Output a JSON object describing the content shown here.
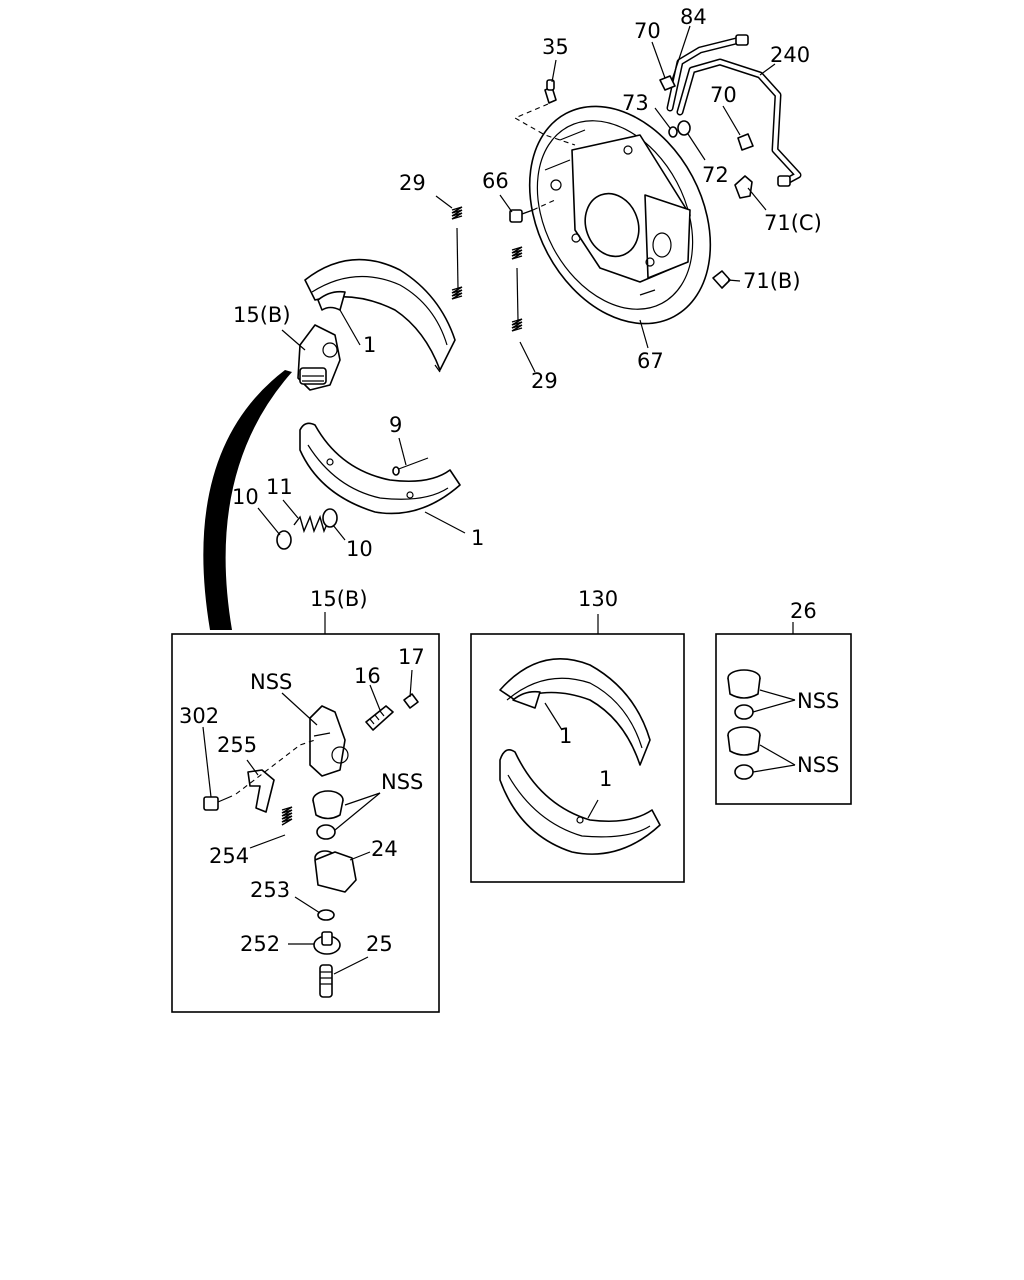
{
  "labels": {
    "l35": "35",
    "l70a": "70",
    "l84": "84",
    "l240": "240",
    "l73": "73",
    "l70b": "70",
    "l72": "72",
    "l71c": "71(C)",
    "l71b": "71(B)",
    "l66": "66",
    "l29a": "29",
    "l29b": "29",
    "l67": "67",
    "l15b_top": "15(B)",
    "l1a": "1",
    "l9": "9",
    "l11": "11",
    "l10a": "10",
    "l10b": "10",
    "l1b": "1",
    "l15b_box": "15(B)",
    "l130": "130",
    "l26": "26",
    "lnss1": "NSS",
    "l16": "16",
    "l17": "17",
    "l302": "302",
    "l255": "255",
    "lnss2": "NSS",
    "l254": "254",
    "l24": "24",
    "l253": "253",
    "l252": "252",
    "l25": "25",
    "l1c": "1",
    "l1d": "1",
    "lnss3": "NSS",
    "lnss4": "NSS"
  }
}
